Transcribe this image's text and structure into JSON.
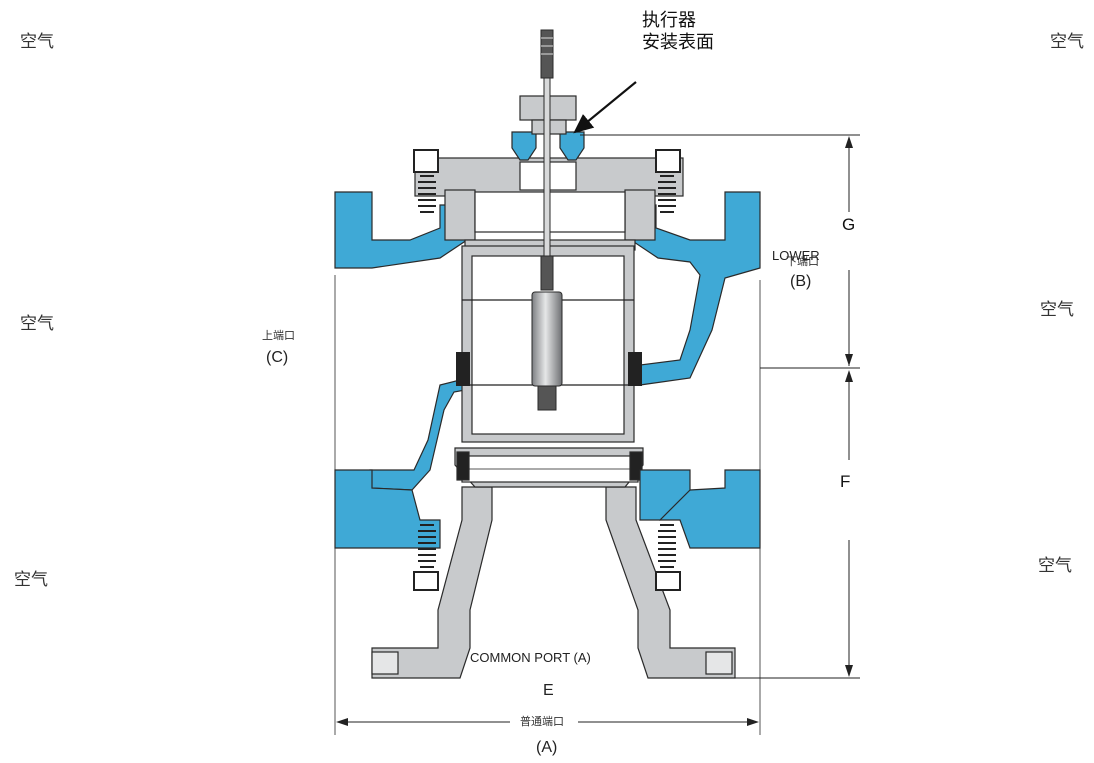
{
  "labels": {
    "actuator_line1": "执行器",
    "actuator_line2": "安装表面",
    "air": "空气",
    "upper_port": "上端口",
    "upper_port_code": "(C)",
    "lower_port_en": "LOWER",
    "lower_port": "下端口",
    "lower_port_code": "(B)",
    "common_port_en": "COMMON PORT (A)",
    "common_port": "普通端口",
    "common_port_code": "(A)",
    "dim_e": "E",
    "dim_f": "F",
    "dim_g": "G"
  },
  "colors": {
    "body_blue": "#3fa9d6",
    "body_gray": "#c8cacc",
    "outline": "#2a2a2a"
  }
}
